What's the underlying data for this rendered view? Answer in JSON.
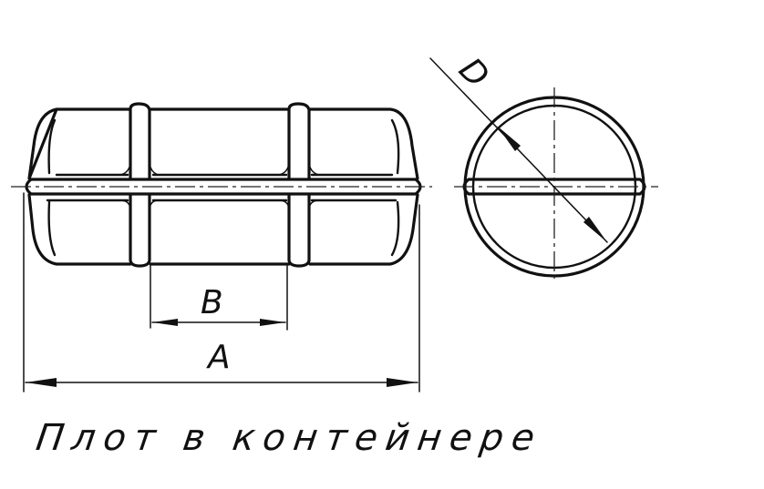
{
  "labels": {
    "dimension_b": "B",
    "dimension_a": "A",
    "dimension_d": "D"
  },
  "caption": "Плот в контейнере"
}
